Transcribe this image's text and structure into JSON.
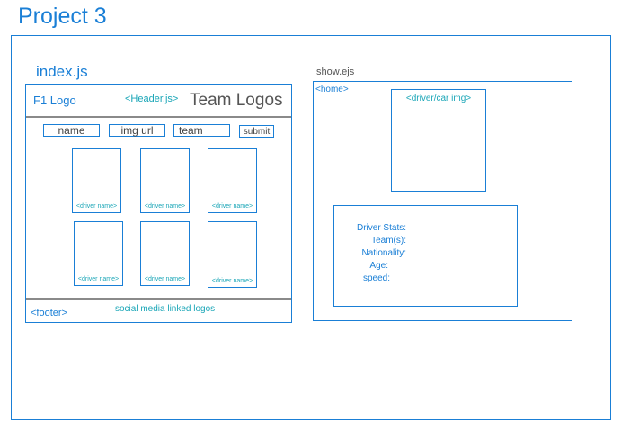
{
  "title": "Project 3",
  "index": {
    "label": "index.js",
    "header": {
      "logo": "F1 Logo",
      "component": "<Header.js>",
      "team_logos": "Team Logos"
    },
    "form": {
      "name": "name",
      "img_url": "img url",
      "team": "team",
      "submit": "submit"
    },
    "cards": [
      {
        "label": "<driver name>"
      },
      {
        "label": "<driver name>"
      },
      {
        "label": "<driver name>"
      },
      {
        "label": "<driver name>"
      },
      {
        "label": "<driver name>"
      },
      {
        "label": "<driver name>"
      }
    ],
    "footer": {
      "label": "<footer>",
      "social": "social media linked logos"
    }
  },
  "show": {
    "label": "show.ejs",
    "home": "<home>",
    "image": "<driver/car img>",
    "stats": [
      "Driver Stats:",
      "Team(s):",
      "Nationality:",
      "Age:",
      "speed:"
    ]
  },
  "colors": {
    "primary": "#1a7fd6",
    "accent": "#1aa6b7",
    "divider": "#8a8a8a"
  }
}
